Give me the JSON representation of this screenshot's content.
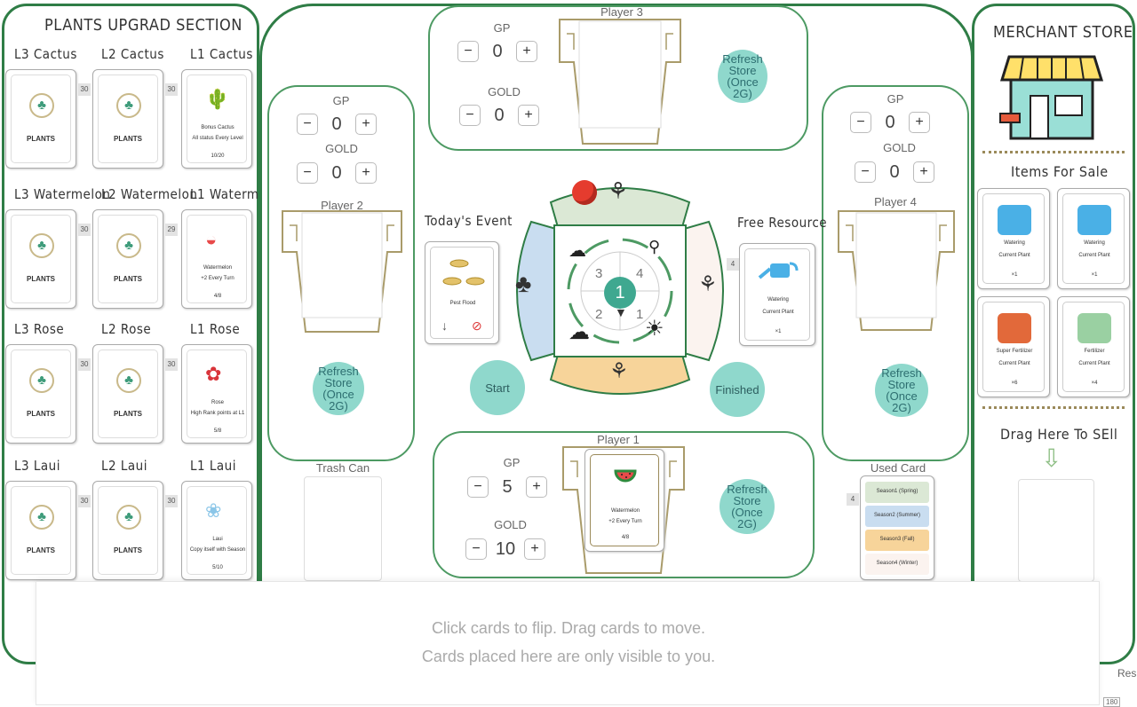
{
  "upgrade": {
    "title": "PLANTS UPGRAD SECTION",
    "rows": [
      {
        "labels": [
          "L3 Cactus",
          "L2 Cactus",
          "L1 Cactus"
        ],
        "counts": [
          "30",
          "30",
          ""
        ],
        "l1_name": "Bonus Cactus",
        "l1_effect": "All status Every Level",
        "l1_cost": "10/20"
      },
      {
        "labels": [
          "L3 Watermelon",
          "L2 Watermelon",
          "L1 Watermelon"
        ],
        "counts": [
          "30",
          "29",
          ""
        ],
        "l1_name": "Watermelon",
        "l1_effect": "+2 Every Turn",
        "l1_cost": "4/8"
      },
      {
        "labels": [
          "L3 Rose",
          "L2 Rose",
          "L1 Rose"
        ],
        "counts": [
          "30",
          "30",
          ""
        ],
        "l1_name": "Rose",
        "l1_effect": "High Rank points at L1",
        "l1_cost": "5/8"
      },
      {
        "labels": [
          "L3 Laui",
          "L2 Laui",
          "L1 Laui"
        ],
        "counts": [
          "30",
          "30",
          ""
        ],
        "l1_name": "Laui",
        "l1_effect": "Copy itself with Season",
        "l1_cost": "5/10"
      }
    ],
    "back_word": "PLANTS"
  },
  "players": {
    "p1": {
      "name": "Player 1",
      "gp_label": "GP",
      "gp": "5",
      "gold_label": "GOLD",
      "gold": "10",
      "card_name": "Watermelon",
      "card_effect": "+2 Every Turn",
      "card_cost": "4/8"
    },
    "p2": {
      "name": "Player 2",
      "gp_label": "GP",
      "gp": "0",
      "gold_label": "GOLD",
      "gold": "0"
    },
    "p3": {
      "name": "Player 3",
      "gp_label": "GP",
      "gp": "0",
      "gold_label": "GOLD",
      "gold": "0"
    },
    "p4": {
      "name": "Player 4",
      "gp_label": "GP",
      "gp": "0",
      "gold_label": "GOLD",
      "gold": "0"
    }
  },
  "buttons": {
    "minus": "−",
    "plus": "+",
    "refresh_line1": "Refresh",
    "refresh_line2": "Store",
    "refresh_line3": "(Once",
    "refresh_line4": "2G)",
    "start": "Start",
    "finished": "Finished"
  },
  "board": {
    "todays_event": "Today's Event",
    "event_card": "Pest Flood",
    "free_resource": "Free Resource",
    "free_count": "4",
    "free_card": "Watering",
    "free_card_effect": "Current Plant",
    "free_card_cost": "×1",
    "dial_center": "1",
    "dial_numbers": [
      "3",
      "4",
      "2",
      "1"
    ]
  },
  "trash": {
    "label": "Trash Can"
  },
  "used": {
    "label": "Used Card",
    "count": "4",
    "cards": [
      "Season1 (Spring)",
      "Season2 (Summer)",
      "Season3 (Fall)",
      "Season4 (Winter)"
    ]
  },
  "store": {
    "title": "MERCHANT STORE",
    "items_title": "Items For Sale",
    "items": [
      {
        "name": "Watering",
        "effect": "Current Plant",
        "cost": "×1"
      },
      {
        "name": "Watering",
        "effect": "Current Plant",
        "cost": "×1"
      },
      {
        "name": "Super Fertilizer",
        "effect": "Current Plant",
        "cost": "×6"
      },
      {
        "name": "Fertilizer",
        "effect": "Current Plant",
        "cost": "×4"
      }
    ],
    "drag_sell": "Drag Here To SEll"
  },
  "hand": {
    "line1": "Click cards to flip.   Drag cards to move.",
    "line2": "Cards placed here are only visible to you."
  },
  "corner": {
    "reset": "Res",
    "zoom": "180"
  },
  "colors": {
    "frame": "#2f7d46",
    "accent": "#8fd8cc",
    "spring": "#dbe8d5",
    "fall": "#f7d49a",
    "winter": "#c9ddf0",
    "summer": "#fbf3ef"
  }
}
